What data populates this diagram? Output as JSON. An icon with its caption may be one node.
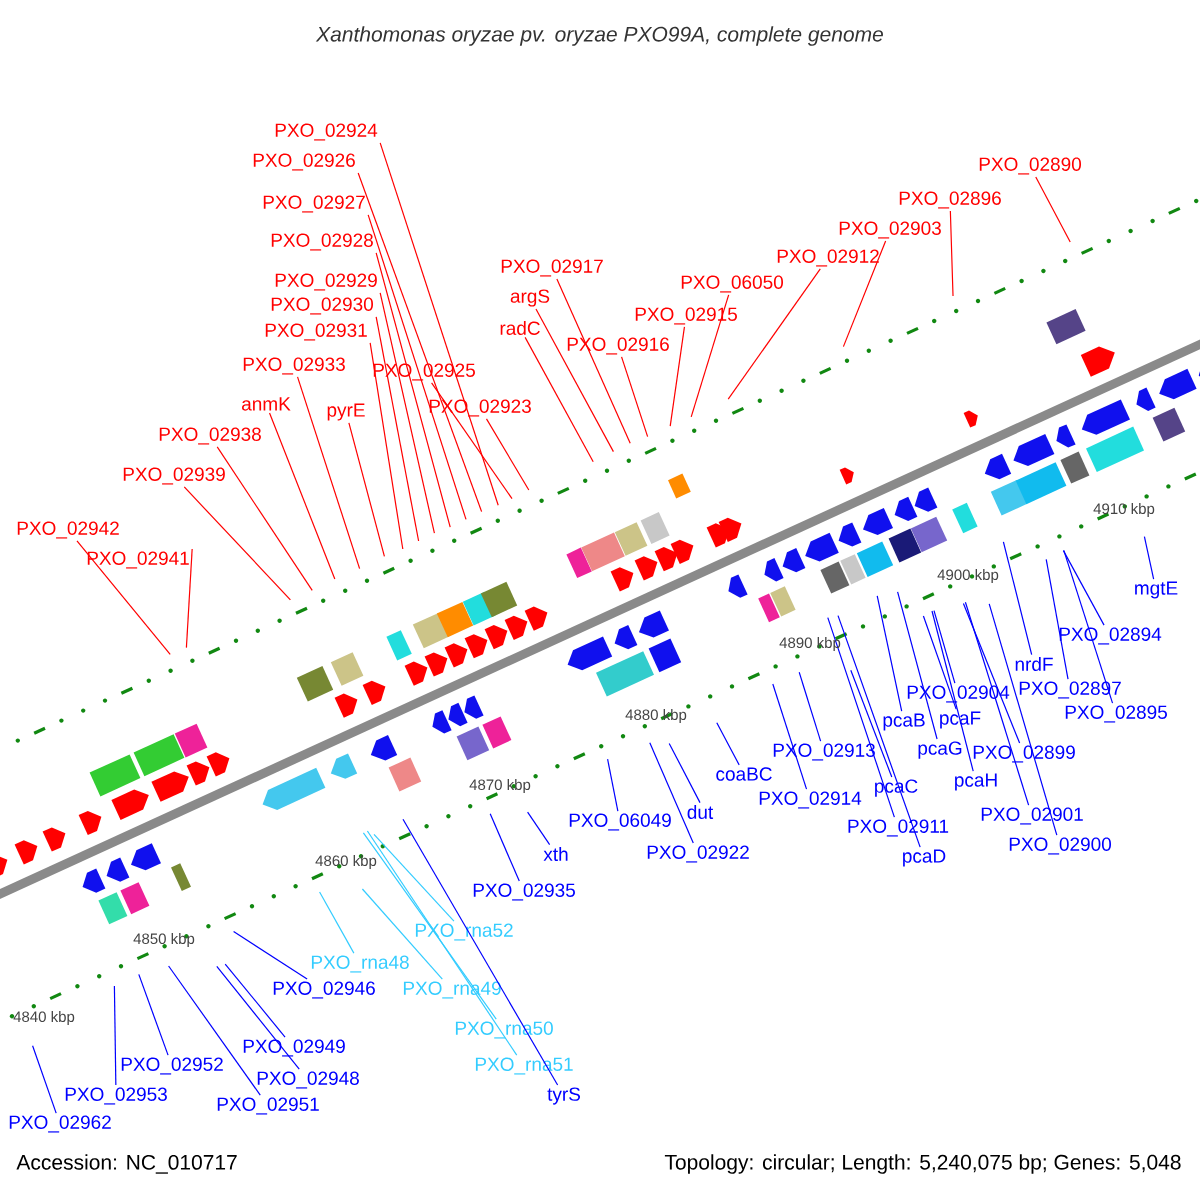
{
  "diagram": {
    "title": "Xanthomonas oryzae pv. oryzae PXO99A, complete genome",
    "nodes": [
      {
        "text": [
          "PXO_02924"
        ]
      },
      {
        "text": [
          "PXO_02926"
        ]
      },
      {
        "text": [
          "PXO_02927"
        ]
      },
      {
        "text": [
          "PXO_02928"
        ]
      },
      {
        "text": [
          "PXO_02890"
        ]
      },
      {
        "text": [
          "PXO_02896"
        ]
      },
      {
        "text": [
          "PXO_02903"
        ]
      },
      {
        "text": [
          "PXO_02912"
        ]
      },
      {
        "text": [
          "PXO_02917"
        ]
      },
      {
        "text": [
          "PXO_02929"
        ]
      },
      {
        "text": [
          "argS"
        ]
      },
      {
        "text": [
          "PXO_02930"
        ]
      },
      {
        "text": [
          "PXO_06050"
        ]
      },
      {
        "text": [
          "radC"
        ]
      },
      {
        "text": [
          "PXO_02915"
        ]
      },
      {
        "text": [
          "PXO_02931"
        ]
      },
      {
        "text": [
          "PXO_02916"
        ]
      },
      {
        "text": [
          "PXO_02933"
        ]
      },
      {
        "text": [
          "PXO_02925"
        ]
      },
      {
        "text": [
          "anmK"
        ]
      },
      {
        "text": [
          "pyrE"
        ]
      },
      {
        "text": [
          "PXO_02923"
        ]
      },
      {
        "text": [
          "PXO_02938"
        ]
      },
      {
        "text": [
          "PXO_02939"
        ]
      },
      {
        "text": [
          "PXO_02942"
        ]
      },
      {
        "text": [
          "PXO_02941"
        ]
      },
      {
        "text": [
          "mgtE"
        ]
      },
      {
        "text": [
          "PXO_02894"
        ]
      },
      {
        "text": [
          "nrdF"
        ]
      },
      {
        "text": [
          "PXO_02897"
        ]
      },
      {
        "text": [
          "PXO_02904"
        ]
      },
      {
        "text": [
          "PXO_02895"
        ]
      },
      {
        "text": [
          "pcaB"
        ]
      },
      {
        "text": [
          "pcaF"
        ]
      },
      {
        "text": [
          "PXO_02913"
        ]
      },
      {
        "text": [
          "pcaG"
        ]
      },
      {
        "text": [
          "PXO_02899"
        ]
      },
      {
        "text": [
          "pcaH"
        ]
      },
      {
        "text": [
          "PXO_02914"
        ]
      },
      {
        "text": [
          "pcaC"
        ]
      },
      {
        "text": [
          "coaBC"
        ]
      },
      {
        "text": [
          "PXO_02901"
        ]
      },
      {
        "text": [
          "dut"
        ]
      },
      {
        "text": [
          "PXO_06049"
        ]
      },
      {
        "text": [
          "PXO_02911"
        ]
      },
      {
        "text": [
          "PXO_02922"
        ]
      },
      {
        "text": [
          "xth"
        ]
      },
      {
        "text": [
          "pcaD"
        ]
      },
      {
        "text": [
          "PXO_02900"
        ]
      },
      {
        "text": [
          "PXO_02935"
        ]
      },
      {
        "text": [
          "PXO_rna52"
        ]
      },
      {
        "text": [
          "PXO_rna48"
        ]
      },
      {
        "text": [
          "PXO_02946"
        ]
      },
      {
        "text": [
          "PXO_rna49"
        ]
      },
      {
        "text": [
          "PXO_rna50"
        ]
      },
      {
        "text": [
          "PXO_02949"
        ]
      },
      {
        "text": [
          "PXO_02952"
        ]
      },
      {
        "text": [
          "PXO_rna51"
        ]
      },
      {
        "text": [
          "PXO_02948"
        ]
      },
      {
        "text": [
          "tyrS"
        ]
      },
      {
        "text": [
          "PXO_02953"
        ]
      },
      {
        "text": [
          "PXO_02951"
        ]
      },
      {
        "text": [
          "PXO_02962"
        ]
      }
    ],
    "edges": [
      {
        "from": 0,
        "to": null,
        "arrow": "none",
        "color": "#ff0000"
      },
      {
        "from": 1,
        "to": null,
        "arrow": "none",
        "color": "#ff0000"
      },
      {
        "from": 2,
        "to": null,
        "arrow": "none",
        "color": "#ff0000"
      },
      {
        "from": 3,
        "to": null,
        "arrow": "none",
        "color": "#ff0000"
      },
      {
        "from": 4,
        "to": null,
        "arrow": "none",
        "color": "#ff0000"
      },
      {
        "from": 5,
        "to": null,
        "arrow": "none",
        "color": "#ff0000"
      },
      {
        "from": 6,
        "to": null,
        "arrow": "none",
        "color": "#ff0000"
      },
      {
        "from": 7,
        "to": null,
        "arrow": "none",
        "color": "#ff0000"
      },
      {
        "from": 8,
        "to": null,
        "arrow": "none",
        "color": "#ff0000"
      },
      {
        "from": 9,
        "to": null,
        "arrow": "none",
        "color": "#ff0000"
      },
      {
        "from": 10,
        "to": null,
        "arrow": "none",
        "color": "#ff0000"
      },
      {
        "from": 11,
        "to": null,
        "arrow": "none",
        "color": "#ff0000"
      },
      {
        "from": 12,
        "to": null,
        "arrow": "none",
        "color": "#ff0000"
      },
      {
        "from": 13,
        "to": null,
        "arrow": "none",
        "color": "#ff0000"
      },
      {
        "from": 14,
        "to": null,
        "arrow": "none",
        "color": "#ff0000"
      },
      {
        "from": 15,
        "to": null,
        "arrow": "none",
        "color": "#ff0000"
      },
      {
        "from": 16,
        "to": null,
        "arrow": "none",
        "color": "#ff0000"
      },
      {
        "from": 17,
        "to": null,
        "arrow": "none",
        "color": "#ff0000"
      },
      {
        "from": 18,
        "to": null,
        "arrow": "none",
        "color": "#ff0000"
      },
      {
        "from": 19,
        "to": null,
        "arrow": "none",
        "color": "#ff0000"
      },
      {
        "from": 20,
        "to": null,
        "arrow": "none",
        "color": "#ff0000"
      },
      {
        "from": 21,
        "to": null,
        "arrow": "none",
        "color": "#ff0000"
      },
      {
        "from": 22,
        "to": null,
        "arrow": "none",
        "color": "#ff0000"
      },
      {
        "from": 23,
        "to": null,
        "arrow": "none",
        "color": "#ff0000"
      },
      {
        "from": 24,
        "to": null,
        "arrow": "none",
        "color": "#ff0000"
      },
      {
        "from": 25,
        "to": null,
        "arrow": "none",
        "color": "#ff0000"
      },
      {
        "from": 26,
        "to": null,
        "arrow": "none"
      },
      {
        "from": 27,
        "to": null,
        "arrow": "none"
      },
      {
        "from": 28,
        "to": null,
        "arrow": "none"
      },
      {
        "from": 29,
        "to": null,
        "arrow": "none"
      },
      {
        "from": 30,
        "to": null,
        "arrow": "none"
      },
      {
        "from": 31,
        "to": null,
        "arrow": "none"
      },
      {
        "from": 32,
        "to": null,
        "arrow": "none"
      },
      {
        "from": 33,
        "to": null,
        "arrow": "none"
      },
      {
        "from": 34,
        "to": null,
        "arrow": "none"
      },
      {
        "from": 35,
        "to": null,
        "arrow": "none"
      },
      {
        "from": 36,
        "to": null,
        "arrow": "none"
      },
      {
        "from": 37,
        "to": null,
        "arrow": "none"
      },
      {
        "from": 38,
        "to": null,
        "arrow": "none"
      },
      {
        "from": 39,
        "to": null,
        "arrow": "none"
      },
      {
        "from": 40,
        "to": null,
        "arrow": "none"
      },
      {
        "from": 41,
        "to": null,
        "arrow": "none"
      },
      {
        "from": 42,
        "to": null,
        "arrow": "none"
      },
      {
        "from": 43,
        "to": null,
        "arrow": "none"
      },
      {
        "from": 44,
        "to": null,
        "arrow": "none"
      },
      {
        "from": 45,
        "to": null,
        "arrow": "none"
      },
      {
        "from": 46,
        "to": null,
        "arrow": "none"
      },
      {
        "from": 47,
        "to": null,
        "arrow": "none"
      },
      {
        "from": 48,
        "to": null,
        "arrow": "none"
      },
      {
        "from": 49,
        "to": null,
        "arrow": "none"
      },
      {
        "from": 50,
        "to": null,
        "arrow": "none",
        "color": "#33ccff"
      },
      {
        "from": 51,
        "to": null,
        "arrow": "none",
        "color": "#33ccff"
      },
      {
        "from": 52,
        "to": null,
        "arrow": "none"
      },
      {
        "from": 53,
        "to": null,
        "arrow": "none",
        "color": "#33ccff"
      },
      {
        "from": 54,
        "to": null,
        "arrow": "none",
        "color": "#33ccff"
      },
      {
        "from": 55,
        "to": null,
        "arrow": "none"
      },
      {
        "from": 56,
        "to": null,
        "arrow": "none"
      },
      {
        "from": 57,
        "to": null,
        "arrow": "none",
        "color": "#33ccff"
      },
      {
        "from": 58,
        "to": null,
        "arrow": "none"
      },
      {
        "from": 59,
        "to": null,
        "arrow": "none"
      },
      {
        "from": 60,
        "to": null,
        "arrow": "none"
      },
      {
        "from": 61,
        "to": null,
        "arrow": "none"
      },
      {
        "from": 62,
        "to": null,
        "arrow": "none"
      }
    ],
    "labels": [
      "4910 kbp",
      "4900 kbp",
      "4890 kbp",
      "4880 kbp",
      "4870 kbp",
      "4860 kbp",
      "4850 kbp",
      "4840 kbp",
      "Accession: NC_010717",
      "Topology: circular; Length: 5,240,075 bp; Genes: 5,048"
    ]
  }
}
